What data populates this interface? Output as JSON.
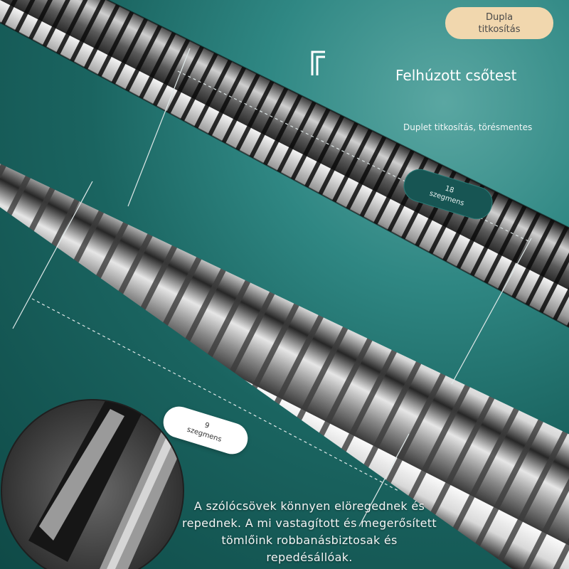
{
  "badge": {
    "line1": "Dupla",
    "line2": "titkosítás"
  },
  "title": "Felhúzott csőtest",
  "subtitle": "Duplet titkosítás, törésmentes",
  "segments_dark": {
    "number": "18",
    "unit": "szegmens"
  },
  "segments_light": {
    "number": "9",
    "unit": "szegmens"
  },
  "caption": {
    "line1": "A szólócsövek könnyen elöregednek és",
    "line2": "repednek. A mi vastagított és megerősített",
    "line3": "tömlőink robbanásbiztosak és",
    "line4": "repedésállóak."
  },
  "colors": {
    "background": "#1a6460",
    "badge": "#f1d7ae",
    "pill_dark": "#175553",
    "pill_light": "#ffffff"
  }
}
